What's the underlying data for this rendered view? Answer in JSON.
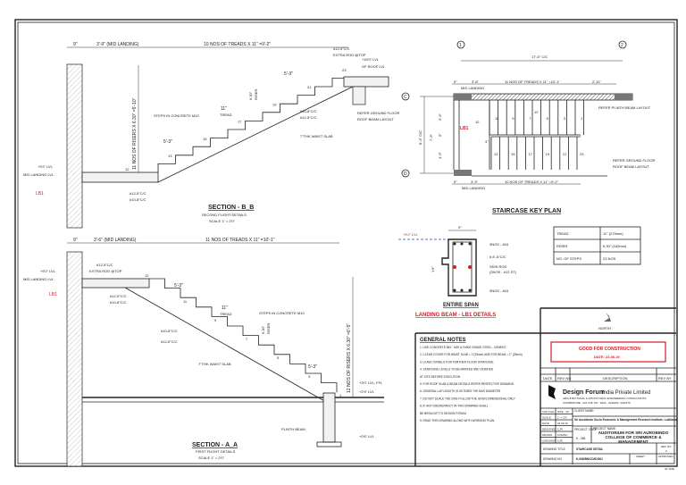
{
  "section_bb": {
    "title": "SECTION - B_B",
    "subtitle": "SECOND FLIGHT DETAILS",
    "scale": "SCALE 1\" = 2'0\"",
    "dim_wall": "9\"",
    "dim_landing": "3'-9\" (MID LANDING)",
    "dim_treads": "10 NOS OF TREADS X 11\" =9'-2\"",
    "dim_risers": "11 NOS OF RISERS X 6.30\" =5'-10\"",
    "mid_landing_level": "+9'2\" LVL",
    "mid_landing_label": "MID LANDING LVL",
    "top_level": "+19'0\" LVL",
    "roof_level": "GF ROOF LVL",
    "extra_rod": "#12-5\"C/C",
    "extra_rod_2": "EXTRA ROD @TOP",
    "steps_concrete": "STEPS IN CONCRETE M10",
    "tread": "11\"",
    "tread_label": "TREAD",
    "riser": "6.30\"",
    "riser_label": "RISER",
    "bar1": "#10-8\"C/C",
    "bar2": "#12-5\"C/C",
    "waist": "7\"THK WAIST SLAB",
    "refer": "REFER GROUND FLOOR",
    "refer2": "ROOF BEAM LAYOUT",
    "lb1": "LB1",
    "bot_bar1": "#12-5\"C/C",
    "bot_bar2": "#10-8\"C/C",
    "slope1": "5'-3\"",
    "slope2": "5'-3\"",
    "step_numbers": [
      "12",
      "13",
      "15",
      "17",
      "19",
      "21",
      "23"
    ]
  },
  "section_aa": {
    "title": "SECTION - A_A",
    "subtitle": "FIRST FLIGHT DETAILS",
    "scale": "SCALE 1\" = 2'0\"",
    "dim_wall": "9\"",
    "dim_landing": "3'-6\" (MID LANDING)",
    "dim_treads": "11 NOS OF TREADS X 11\" =10'-1\"",
    "dim_risers": "12 NOS OF RISERS X 6.30\" =6'-5\"",
    "mid_landing_level": "+9'2\" LVL",
    "mid_landing_label": "MID LANDING LVL",
    "extra_rod": "#12-5\"C/C",
    "extra_rod_2": "EXTRA ROD @TOP",
    "bar_top1": "#12-5\"C/C",
    "bar_top2": "#10-8\"C/C",
    "tread": "11\"",
    "tread_label": "TREAD",
    "steps_concrete": "STEPS IN CONCRETE M10",
    "riser": "6.30\"",
    "riser_label": "RISER",
    "bar1": "#10-8\"C/C",
    "bar2": "#12-5\"C/C",
    "waist": "7\"THK WAIST SLAB",
    "ffl": "+3'0\" LVL, FFL",
    "lvl2": "+2'9\" LVL",
    "plinth_beam": "PLINTH BEAM",
    "plinth_lvl": "+0'6\" LVL",
    "lb1": "LB1",
    "slope1": "5'-3\"",
    "slope2": "5'-3\"",
    "step_numbers": [
      "12",
      "11",
      "9",
      "7",
      "5",
      "3",
      "1"
    ]
  },
  "key_plan": {
    "title": "STAIRCASE KEY PLAN",
    "grid_1": "1",
    "grid_2": "2",
    "grid_c": "C",
    "grid_d": "D",
    "dim_cc": "17'-6\" C/C",
    "dim_wall_top": "9\"",
    "dim_landing_top": "3'-6\"",
    "mid_landing_top": "MID LANDING",
    "dim_treads_top": "11 NOS OF TREADS X 11\" =10'-1\"",
    "dim_end_top": "2'-11\"",
    "dim_wall_bot": "9\"",
    "dim_landing_bot": "3'-9\"",
    "mid_landing_bot": "MID LANDING",
    "dim_treads_bot": "10 NOS OF TREADS X 11\" =9'-2\"",
    "dim_height": "8'-3\" C/C",
    "dim_inner": "7'-6\"",
    "dim_a": "3'-6\"",
    "dim_b": "6\"",
    "dim_c": "3'-6\"",
    "dim_gap": "3\"",
    "tread_dim": "11\"",
    "lb1": "LB1",
    "refer_plinth": "REFER PLINTH BEAM LAYOUT",
    "refer_gf": "REFER GROUND FLOOR",
    "refer_gf2": "ROOF BEAM LAYOUT",
    "upper_numbers": [
      "12",
      "11",
      "9",
      "7",
      "5",
      "3",
      "1"
    ],
    "lower_numbers": [
      "13",
      "15",
      "17",
      "19",
      "21",
      "23"
    ]
  },
  "beam_detail": {
    "level": "+9'2\" LVL",
    "width": "9\"",
    "depth": "1'6\"",
    "top_bars": "3NOS - #16",
    "stirrups": "# 8 -6\"C/C",
    "skin_rod": "SKIN ROD",
    "skin_rod_2": "(2NOS - #12 ST)",
    "bottom_bars": "3NOS - #16",
    "span": "ENTIRE SPAN",
    "title": "LANDING BEAM - LB1 DETAILS"
  },
  "spec_table": [
    {
      "label": "TREAD",
      "value": "11\" (275mm)"
    },
    {
      "label": "RISER",
      "value": "6.30\" (162mm)"
    },
    {
      "label": "NO. OF STEPS",
      "value": "23 NOS"
    }
  ],
  "north": {
    "label": "NORTH"
  },
  "general_notes": {
    "title": "GENERAL NOTES",
    "items": [
      "1. USE CONCRETE MIX : M20 & Fe500 GRADE STEEL , CEMENT :",
      "2. CLEAR COVER FOR WAIST SLAB = 1\"(25mm) AND FOR BEAM = 1\" (25mm)",
      "3. LEAVE DOWELS FOR FURTHER FLOOR STAIRCASE",
      "4. STAIRCASE LEVELS TO BE MARKED AND VERIFIED",
      "AT SITE BEFORE EXECUTION",
      "5. FOR ROOF SLAB & BEAM DETAILS REFER RESPECTIVE DRAWING.",
      "6. GENERAL LAP LENGTH IS 50 TIMES THE BAR DIAMETER.",
      "7. DO NOT SCALE THE DRG FOLLOW THE GIVEN DIMENSIONAL ONLY",
      "8. IF ANY DISCREPANCY IN THIS DRAWING SHALL",
      "BE BROUGHT TO DESIGN FORUM",
      "9. READ THIS DRAWING ALONG WITH WORKING PLAN."
    ]
  },
  "stamp": {
    "title": "GOOD FOR CONSTRUCTION",
    "date": "DATE: 22.06.19"
  },
  "revision_headers": [
    "DATE",
    "REV NO",
    "DESCRIPTION",
    "REV BY"
  ],
  "firm": {
    "name": "Design Forum",
    "name_suffix": "India Private Limited",
    "line1": "ARCHITECTURAL & STRUCTURAL ENGINEERING CONSULTANTS",
    "line2": "COIMBATORE - 641 018. PH : 0422 - 2211661, 2211670"
  },
  "title_block": {
    "rows": [
      {
        "label": "CAD FILE",
        "value": "SITE - 20"
      },
      {
        "label": "SCALE",
        "value": "1\" = 2'0\""
      },
      {
        "label": "DATE",
        "value": "22.06.19"
      },
      {
        "label": "DESIGNED",
        "value": "CJR"
      },
      {
        "label": "DRAWN",
        "value": "P.MANO"
      },
      {
        "label": "CHECKED",
        "value": "CJR"
      }
    ],
    "client_label": "CLIENT NAME:",
    "client": "Sri Aurobindo Socio Economic & Management Research Institute, Ludhiana",
    "project_code_label": "PROJECT CODE",
    "project_code": "K - 068",
    "project_label": "PROJECT NAME:",
    "project": "AUDITORIUM FOR SRI AUROBINDO COLLEGE OF COMMERCE & MANAGEMENT",
    "drawing_title_label": "DRAWING TITLE",
    "drawing_title": "STAIRCASE DETAIL",
    "rev_label": "REV NO",
    "rev": "0",
    "drawing_no_label": "DRAWING NO",
    "drawing_no": "K-068/BN/CD/ID/001",
    "sheet_label": "SHEET",
    "approved_label": "APPROVED",
    "size": "A1 SIZE"
  },
  "colors": {
    "accent_red": "#d0202a",
    "line": "#222222",
    "beam_blue": "#2a3fbf"
  }
}
